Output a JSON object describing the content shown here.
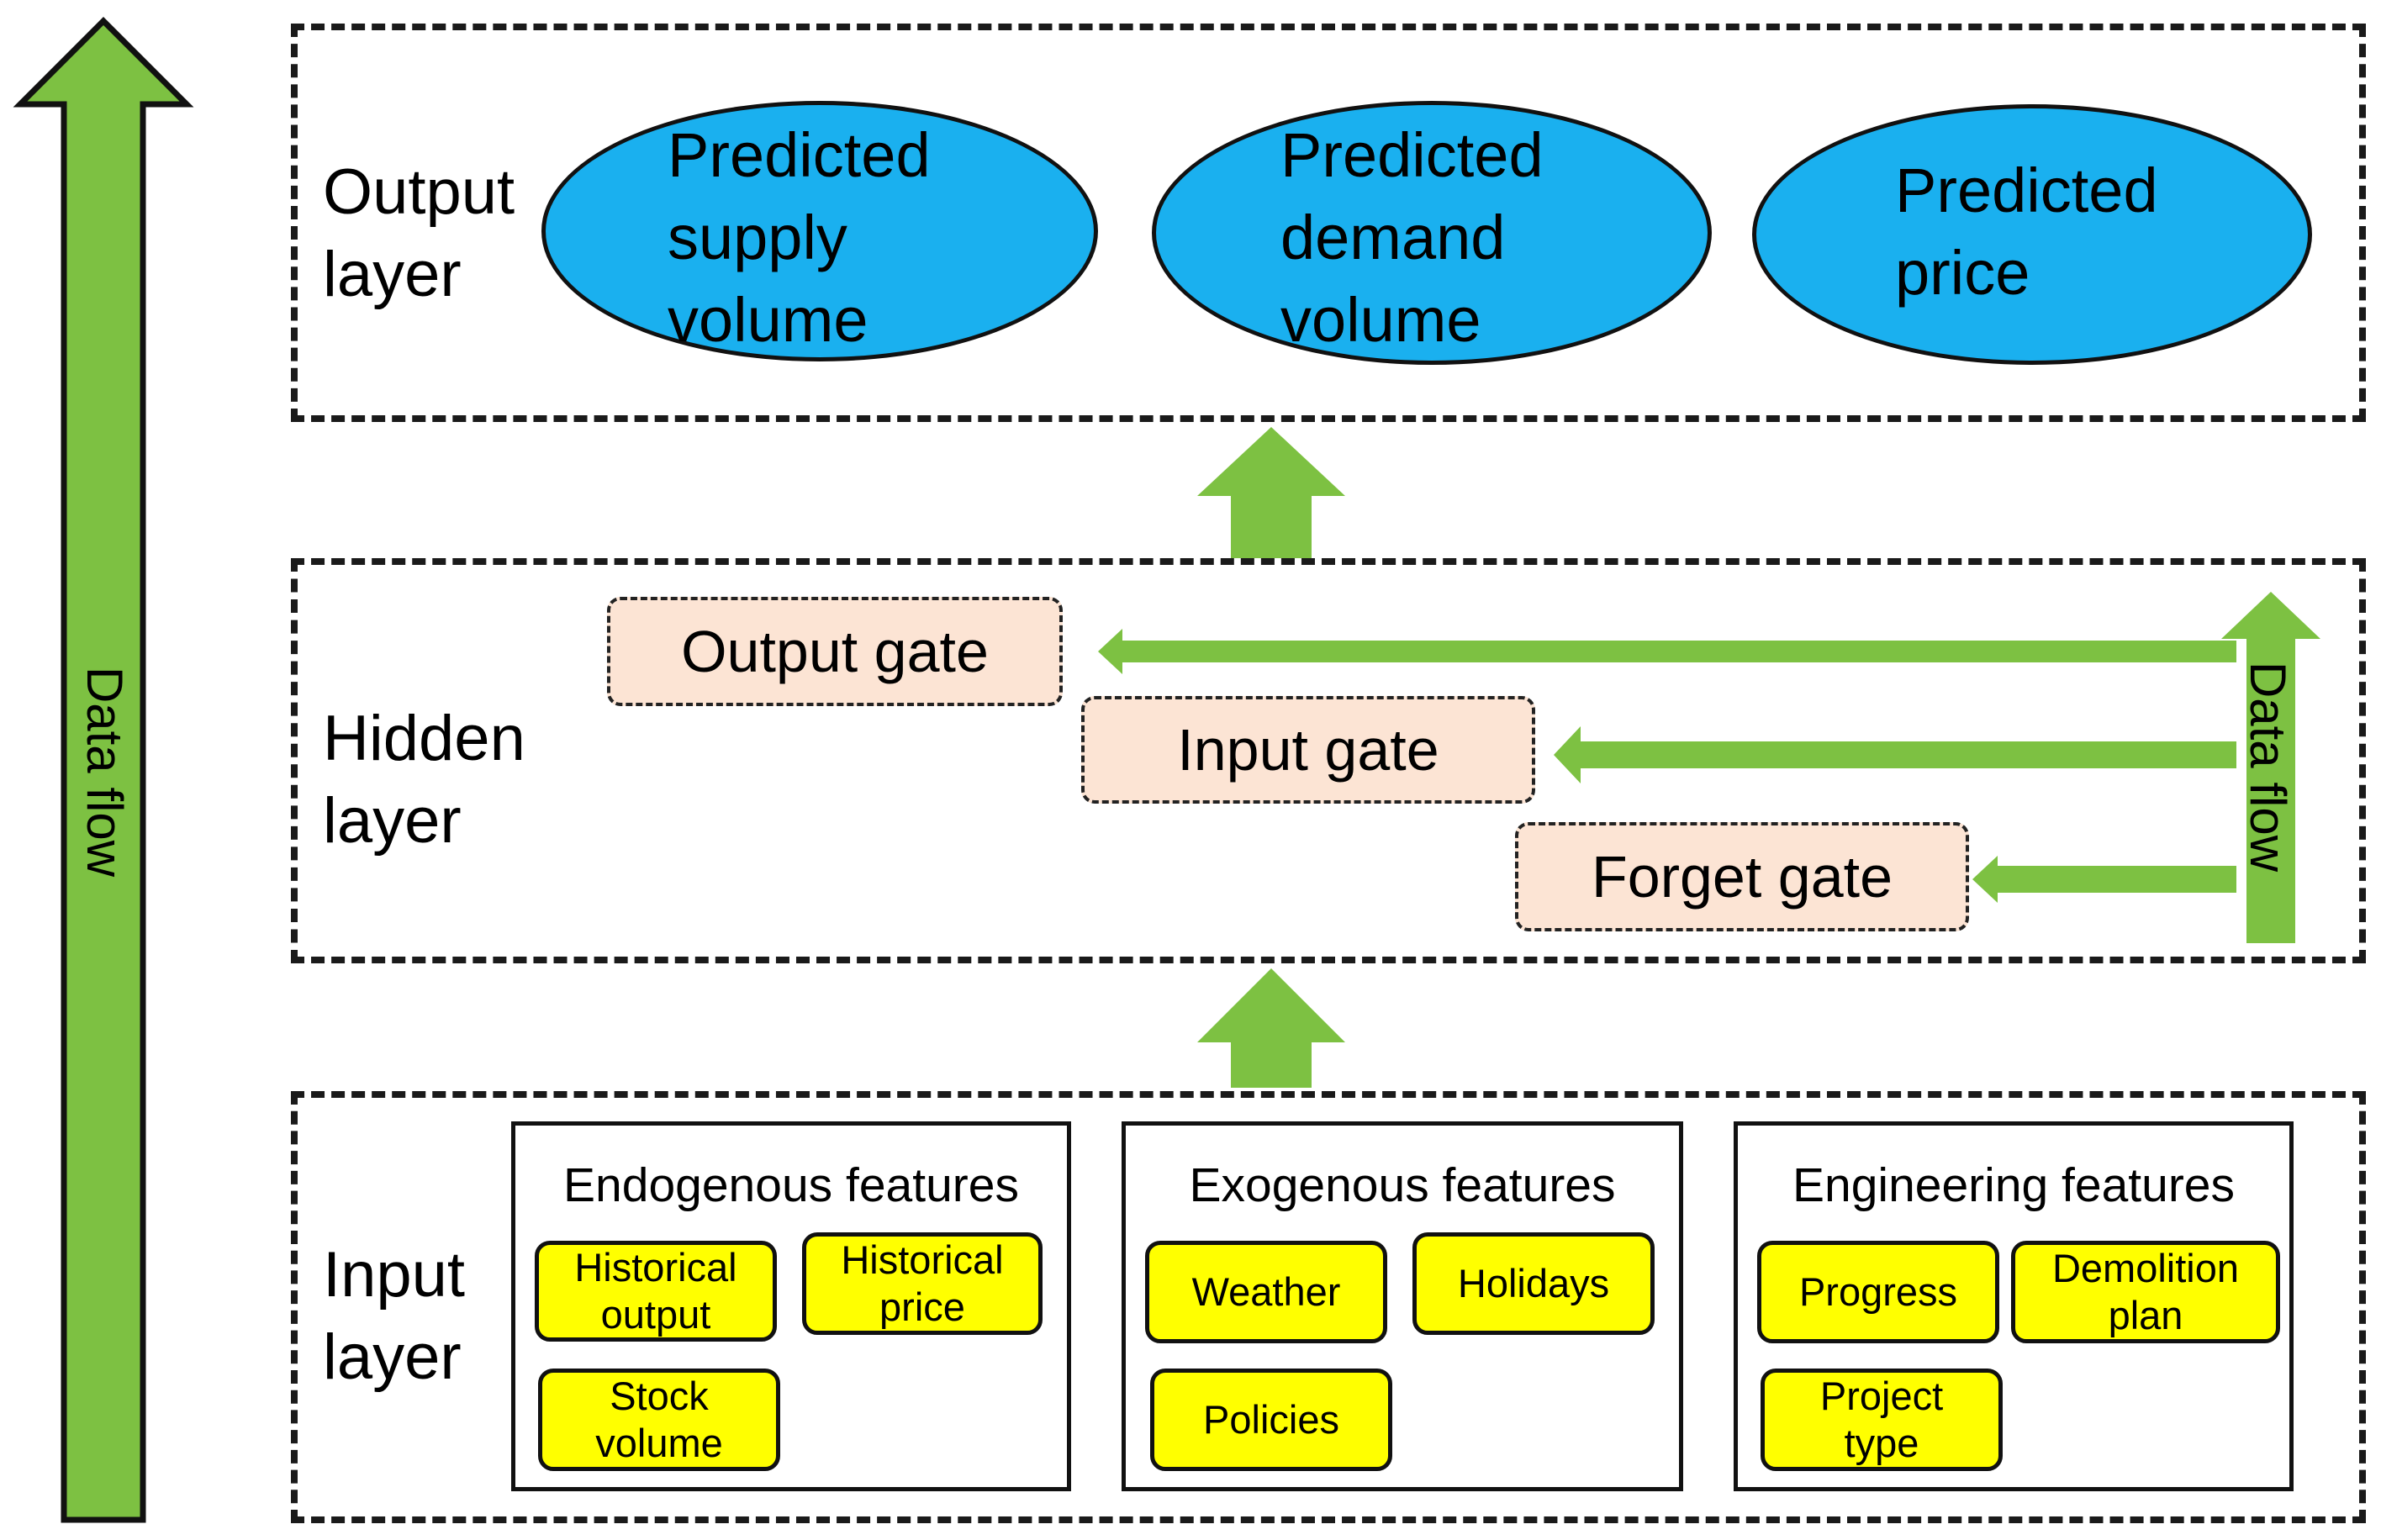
{
  "output_layer": {
    "label": "Output\nlayer",
    "nodes": [
      "Predicted\nsupply\nvolume",
      "Predicted\ndemand\nvolume",
      "Predicted\nprice"
    ]
  },
  "hidden_layer": {
    "label": "Hidden\nlayer",
    "gates": [
      "Output gate",
      "Input gate",
      "Forget gate"
    ],
    "flow_label": "Data flow"
  },
  "input_layer": {
    "label": "Input\nlayer",
    "groups": [
      {
        "title": "Endogenous features",
        "items": [
          "Historical\noutput",
          "Historical\nprice",
          "Stock\nvolume"
        ]
      },
      {
        "title": "Exogenous features",
        "items": [
          "Weather",
          "Holidays",
          "Policies"
        ]
      },
      {
        "title": "Engineering features",
        "items": [
          "Progress",
          "Demolition\nplan",
          "Project\ntype"
        ]
      }
    ]
  },
  "main_flow_label": "Data flow",
  "colors": {
    "arrow_green": "#7dc142",
    "node_blue": "#1ab0ef",
    "gate_fill": "#fce4d4",
    "chip_yellow": "#ffff00"
  }
}
